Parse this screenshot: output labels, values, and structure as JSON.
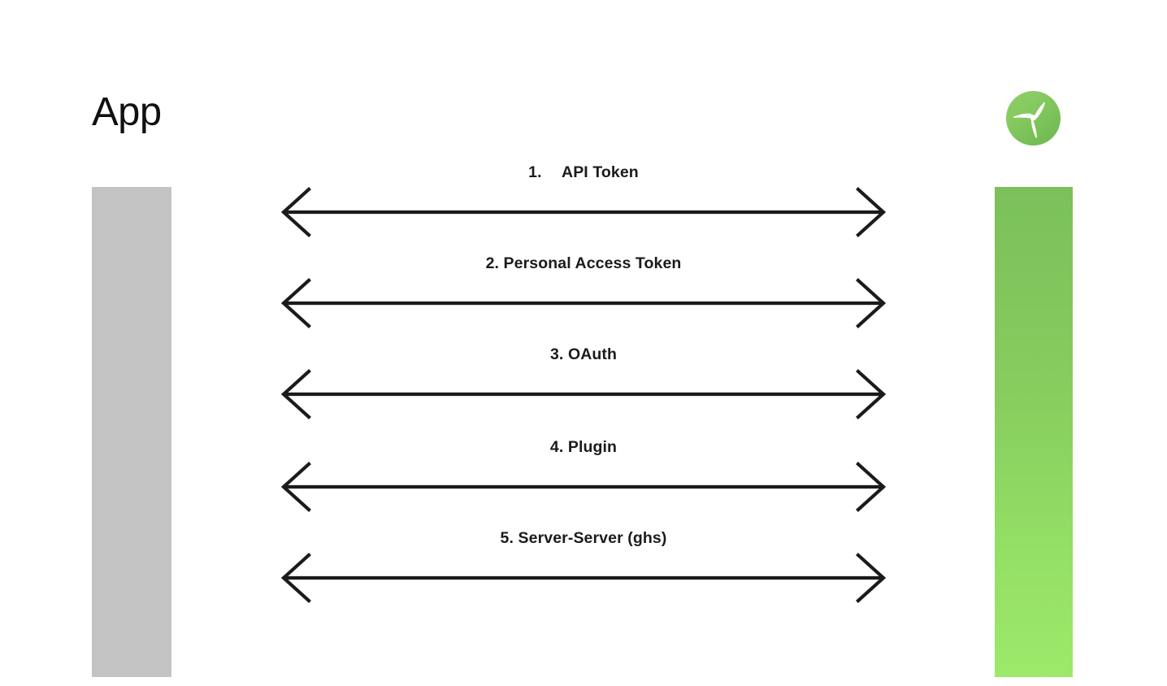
{
  "diagram": {
    "background_color": "#ffffff",
    "left_actor": {
      "title": "App",
      "lifeline_color": "#c3c3c3"
    },
    "right_actor": {
      "logo_icon": "propeller-logo-icon",
      "logo_gradient_top": "#7bc05a",
      "logo_gradient_bottom": "#9de96a",
      "lifeline_gradient_top": "#7bc05a",
      "lifeline_gradient_bottom": "#9de96a"
    },
    "arrow_color": "#1b1b1b",
    "messages": [
      {
        "label": "1.  API Token",
        "number": "1",
        "name": "API Token"
      },
      {
        "label": "2. Personal Access Token",
        "number": "2",
        "name": "Personal Access Token"
      },
      {
        "label": "3. OAuth",
        "number": "3",
        "name": "OAuth"
      },
      {
        "label": "4. Plugin",
        "number": "4",
        "name": "Plugin"
      },
      {
        "label": "5. Server-Server (ghs)",
        "number": "5",
        "name": "Server-Server (ghs)"
      }
    ]
  }
}
